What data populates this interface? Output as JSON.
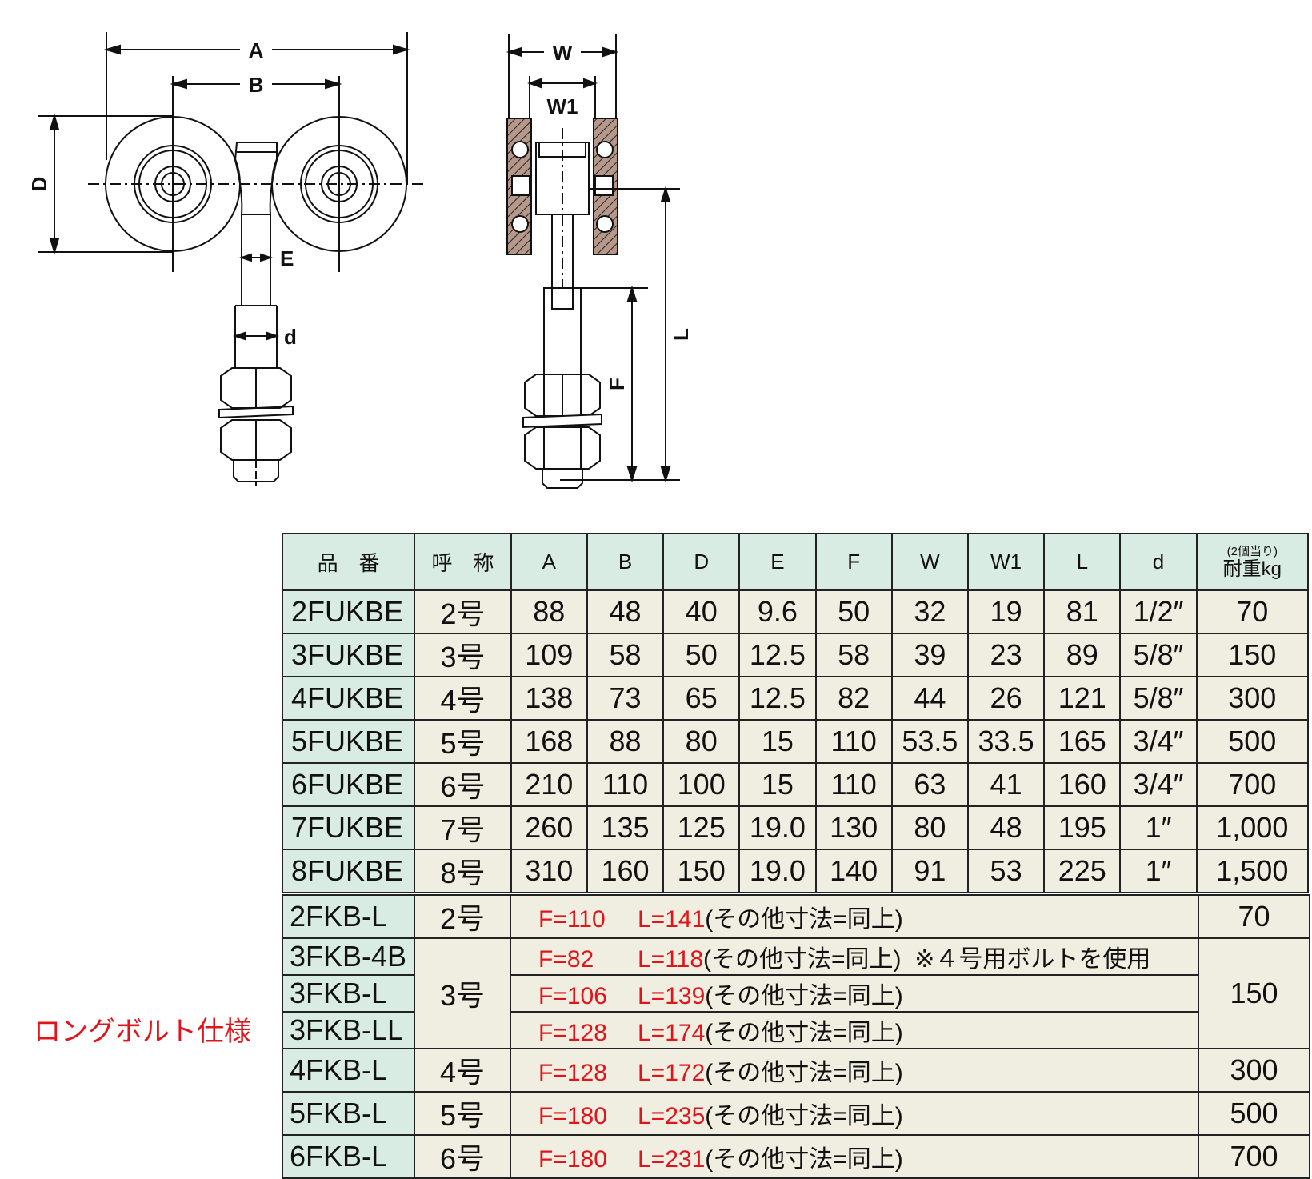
{
  "drawing_labels": {
    "A": "A",
    "B": "B",
    "D": "D",
    "E": "E",
    "d": "d",
    "W": "W",
    "W1": "W1",
    "F": "F",
    "L": "L"
  },
  "spec_table": {
    "headers": [
      "品　番",
      "呼　称",
      "A",
      "B",
      "D",
      "E",
      "F",
      "W",
      "W1",
      "L",
      "d"
    ],
    "load_header_note": "(2個当り)",
    "load_header": "耐重kg",
    "rows": [
      [
        "2FUKBE",
        "2号",
        "88",
        "48",
        "40",
        "9.6",
        "50",
        "32",
        "19",
        "81",
        "1/2″",
        "70"
      ],
      [
        "3FUKBE",
        "3号",
        "109",
        "58",
        "50",
        "12.5",
        "58",
        "39",
        "23",
        "89",
        "5/8″",
        "150"
      ],
      [
        "4FUKBE",
        "4号",
        "138",
        "73",
        "65",
        "12.5",
        "82",
        "44",
        "26",
        "121",
        "5/8″",
        "300"
      ],
      [
        "5FUKBE",
        "5号",
        "168",
        "88",
        "80",
        "15",
        "110",
        "53.5",
        "33.5",
        "165",
        "3/4″",
        "500"
      ],
      [
        "6FUKBE",
        "6号",
        "210",
        "110",
        "100",
        "15",
        "110",
        "63",
        "41",
        "160",
        "3/4″",
        "700"
      ],
      [
        "7FUKBE",
        "7号",
        "260",
        "135",
        "125",
        "19.0",
        "130",
        "80",
        "48",
        "195",
        "1″",
        "1,000"
      ],
      [
        "8FUKBE",
        "8号",
        "310",
        "160",
        "150",
        "19.0",
        "140",
        "91",
        "53",
        "225",
        "1″",
        "1,500"
      ]
    ]
  },
  "long_bolt": {
    "label": "ロングボルト仕様",
    "rest_text": "(その他寸法=同上)",
    "rows": [
      {
        "code": "2FKB-L",
        "size": "2号",
        "F": "F=110",
        "L": "L=141",
        "note": "",
        "load": "70"
      },
      {
        "code": "3FKB-4B",
        "size": "3号",
        "F": "F=82",
        "L": "L=118",
        "note": "※４号用ボルトを使用",
        "load": "150"
      },
      {
        "code": "3FKB-L",
        "size": "",
        "F": "F=106",
        "L": "L=139",
        "note": "",
        "load": ""
      },
      {
        "code": "3FKB-LL",
        "size": "",
        "F": "F=128",
        "L": "L=174",
        "note": "",
        "load": ""
      },
      {
        "code": "4FKB-L",
        "size": "4号",
        "F": "F=128",
        "L": "L=172",
        "note": "",
        "load": "300"
      },
      {
        "code": "5FKB-L",
        "size": "5号",
        "F": "F=180",
        "L": "L=235",
        "note": "",
        "load": "500"
      },
      {
        "code": "6FKB-L",
        "size": "6号",
        "F": "F=180",
        "L": "L=231",
        "note": "",
        "load": "700"
      }
    ]
  },
  "colors": {
    "header_green": "#d9ece3",
    "cell_beige": "#f0eee1",
    "accent_red": "#e0141b",
    "hatch_brown": "#b5988a"
  }
}
